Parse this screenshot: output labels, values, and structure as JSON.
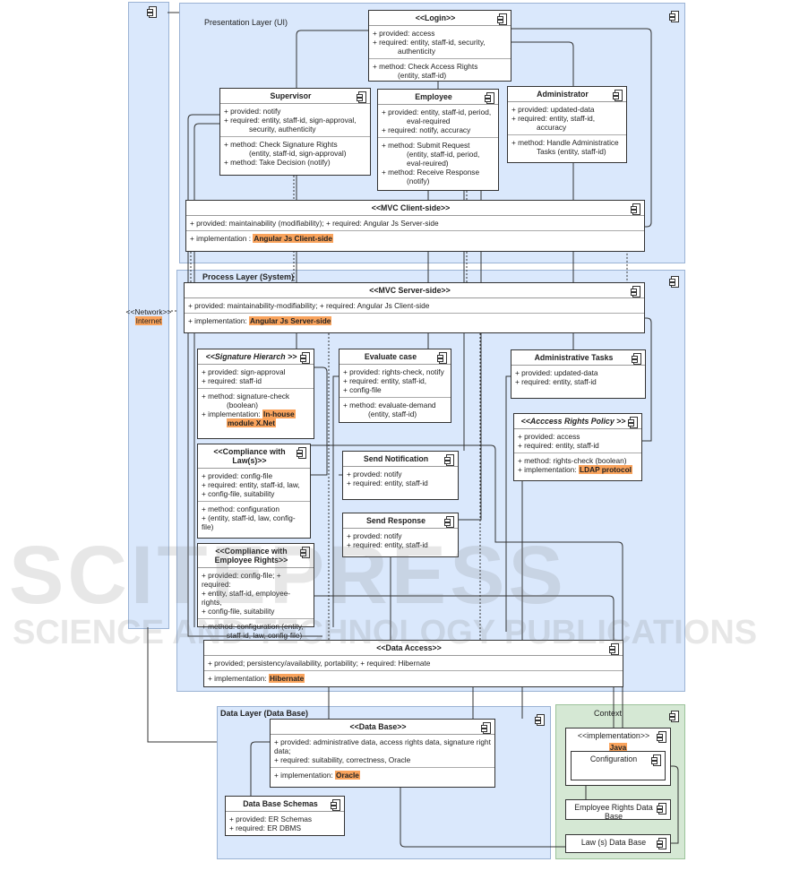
{
  "network": {
    "stereotype": "<<Network>>",
    "name": "Internet"
  },
  "layers": {
    "presentation": "Presentation Layer (UI)",
    "process": "Process Layer (System)",
    "data": "Data Layer (Data Base)",
    "context": "Context"
  },
  "watermark": {
    "line1": "SCITEPRESS",
    "line2": "SCIENCE AND TECHNOLOGY PUBLICATIONS"
  },
  "boxes": [
    {
      "id": "login",
      "title": "<<Login>>",
      "sections": [
        [
          {
            "t": "+ provided: access"
          },
          {
            "t": "+ required: entity, staff-id, security,"
          },
          {
            "t": "authenticity"
          }
        ],
        [
          {
            "t": "+ method: Check Access Rights"
          },
          {
            "t": "(entity, staff-id)"
          }
        ]
      ]
    },
    {
      "id": "supervisor",
      "title": "Supervisor",
      "sections": [
        [
          {
            "t": "+ provided: notify"
          },
          {
            "t": "+ required: entity, staff-id, sign-approval,"
          },
          {
            "t": "security, authenticity"
          }
        ],
        [
          {
            "t": "+ method: Check Signature Rights"
          },
          {
            "t": "(entity, staff-id, sign-approval)"
          },
          {
            "t": "+ method: Take Decision (notify)"
          }
        ]
      ]
    },
    {
      "id": "employee",
      "title": "Employee",
      "sections": [
        [
          {
            "t": "+ provided: entity, staff-id, period,"
          },
          {
            "t": "eval-required"
          },
          {
            "t": "+ required: notify, accuracy"
          }
        ],
        [
          {
            "t": "+ method: Submit Request"
          },
          {
            "t": "(entity, staff-id, period,"
          },
          {
            "t": "eval-reuired)"
          },
          {
            "t": "+ method: Receive Response"
          },
          {
            "t": "(notify)"
          }
        ]
      ]
    },
    {
      "id": "administrator",
      "title": "Administrator",
      "sections": [
        [
          {
            "t": "+ provided: updated-data"
          },
          {
            "t": "+ required: entity, staff-id,"
          },
          {
            "t": "accuracy"
          }
        ],
        [
          {
            "t": "+ method: Handle Administratice"
          },
          {
            "t": "Tasks (entity, staff-id)"
          }
        ]
      ]
    },
    {
      "id": "mvc-client",
      "title": "<<MVC Client-side>>",
      "sections": [
        [
          {
            "t": "+ provided: maintainability (modifiability); + required: Angular Js Server-side"
          }
        ],
        [
          {
            "t": "+ implementation : ",
            "h": "Angular Js Client-side"
          }
        ]
      ]
    },
    {
      "id": "mvc-server",
      "title": "<<MVC Server-side>>",
      "sections": [
        [
          {
            "t": "+ provided: maintainability-modifiability; + required: Angular Js Client-side"
          }
        ],
        [
          {
            "t": "+ implementation: ",
            "h": "Angular Js Server-side"
          }
        ]
      ]
    },
    {
      "id": "signature",
      "title": "<<Signature Hierarch >>",
      "italic": true,
      "sections": [
        [
          {
            "t": "+ provided: sign-approval"
          },
          {
            "t": "+ required: staff-id"
          }
        ],
        [
          {
            "t": "+ method: signature-check"
          },
          {
            "t": "(boolean)"
          },
          {
            "t": "+ implementation: ",
            "h": "In-house"
          },
          {
            "t": "",
            "h": "module X.Net"
          }
        ]
      ]
    },
    {
      "id": "evaluate",
      "title": "Evaluate case",
      "sections": [
        [
          {
            "t": "+ provided: rights-check, notify"
          },
          {
            "t": "+ required: entity, staff-id,"
          },
          {
            "t": "+ config-file"
          }
        ],
        [
          {
            "t": "+ method: evaluate-demand"
          },
          {
            "t": "(entity, staff-id)"
          }
        ]
      ]
    },
    {
      "id": "compliance-law",
      "title": "<<Compliance with Law(s)>>",
      "sections": [
        [
          {
            "t": "+ provided: config-file"
          },
          {
            "t": "+ required: entity, staff-id, law,"
          },
          {
            "t": "+ config-file, suitability"
          }
        ],
        [
          {
            "t": "+ method: configuration"
          },
          {
            "t": "+ (entity, staff-id, law, config-file)"
          }
        ]
      ]
    },
    {
      "id": "compliance-employee",
      "title": "<<Compliance with Employee Rights>>",
      "sections": [
        [
          {
            "t": "+ provided: config-file; + required:"
          },
          {
            "t": "+ entity, staff-id, employee-rights,"
          },
          {
            "t": "+ config-file, suitability"
          }
        ],
        [
          {
            "t": "+ method: configuration (entity,"
          },
          {
            "t": "staff-id, law, config-file)"
          }
        ]
      ]
    },
    {
      "id": "send-notification",
      "title": "Send Notification",
      "sections": [
        [
          {
            "t": "+ provded: notify"
          },
          {
            "t": "+ required: entity, staff-id"
          }
        ]
      ]
    },
    {
      "id": "send-response",
      "title": "Send Response",
      "sections": [
        [
          {
            "t": "+ provded: notify"
          },
          {
            "t": "+ required: entity, staff-id"
          }
        ]
      ]
    },
    {
      "id": "admin-tasks",
      "title": "Administrative Tasks",
      "sections": [
        [
          {
            "t": "+ provided: updated-data"
          },
          {
            "t": "+ required: entity, staff-id"
          }
        ]
      ]
    },
    {
      "id": "access-rights",
      "title": "<<Acccess Rights Policy >>",
      "italic": true,
      "sections": [
        [
          {
            "t": "+ provided: access"
          },
          {
            "t": "+ required: entity, staff-id"
          }
        ],
        [
          {
            "t": "+ method: rights-check (boolean)"
          },
          {
            "t": "+ implementation: ",
            "h": "LDAP protocol"
          }
        ]
      ]
    },
    {
      "id": "data-access",
      "title": "<<Data Access>>",
      "sections": [
        [
          {
            "t": "+ provided; persistency/availability, portability; + required: Hibernate"
          }
        ],
        [
          {
            "t": "+ implementation: ",
            "h": "Hibernate"
          }
        ]
      ]
    },
    {
      "id": "database",
      "title": "<<Data Base>>",
      "sections": [
        [
          {
            "t": "+ provided: administrative data, access rights data, signature right data;"
          },
          {
            "t": "+ required: suitability, correctness, Oracle"
          }
        ],
        [
          {
            "t": "+ implementation: ",
            "h": "Oracle"
          }
        ]
      ]
    },
    {
      "id": "db-schemas",
      "title": "Data Base Schemas",
      "sections": [
        [
          {
            "t": "+ provided: ER Schemas"
          },
          {
            "t": "+ required: ER DBMS"
          }
        ]
      ]
    },
    {
      "id": "impl-java",
      "title": "<<implementation>>",
      "subtitle": "Java",
      "plain": true,
      "sections": []
    },
    {
      "id": "configuration",
      "title": "Configuration",
      "plain": true,
      "sections": []
    },
    {
      "id": "employee-rights-db",
      "title": "Employee Rights Data Base",
      "plain": true,
      "sections": []
    },
    {
      "id": "law-db",
      "title": "Law (s) Data Base",
      "plain": true,
      "sections": []
    }
  ]
}
